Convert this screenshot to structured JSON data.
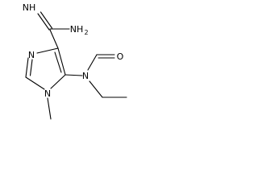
{
  "molecule": {
    "atoms": {
      "imine": "NH",
      "amine": "NH",
      "amine_sub": "2",
      "ring_n3": "N",
      "ring_n1": "N",
      "amide_n": "N",
      "carbonyl_o": "O"
    }
  }
}
